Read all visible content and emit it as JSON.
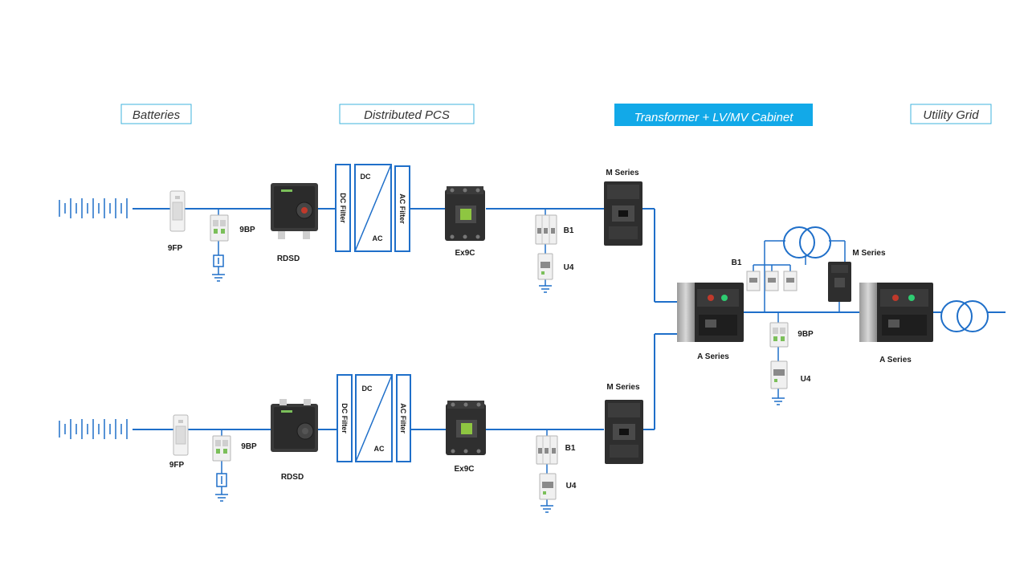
{
  "sections": {
    "batteries": "Batteries",
    "pcs": "Distributed PCS",
    "transformer": "Transformer + LV/MV Cabinet",
    "grid": "Utility Grid"
  },
  "top_branch": {
    "fuse": "9FP",
    "spd": "9BP",
    "disconnector": "RDSD",
    "dc_filter": "DC Filter",
    "dc": "DC",
    "ac": "AC",
    "ac_filter": "AC Filter",
    "contactor": "Ex9C",
    "mcb": "B1",
    "rcd": "U4",
    "mccb": "M Series"
  },
  "bottom_branch": {
    "fuse": "9FP",
    "spd": "9BP",
    "disconnector": "RDSD",
    "dc_filter": "DC Filter",
    "dc": "DC",
    "ac": "AC",
    "ac_filter": "AC Filter",
    "contactor": "Ex9C",
    "mcb": "B1",
    "rcd": "U4",
    "mccb": "M Series"
  },
  "cabinet": {
    "acb_left": "A Series",
    "acb_right": "A Series",
    "aux_mcb": "B1",
    "aux_mccb": "M Series",
    "spd": "9BP",
    "rcd": "U4"
  },
  "colors": {
    "wire": "#1f6fc9",
    "highlight": "#12a9e8",
    "header_border": "#3fb3dd"
  }
}
